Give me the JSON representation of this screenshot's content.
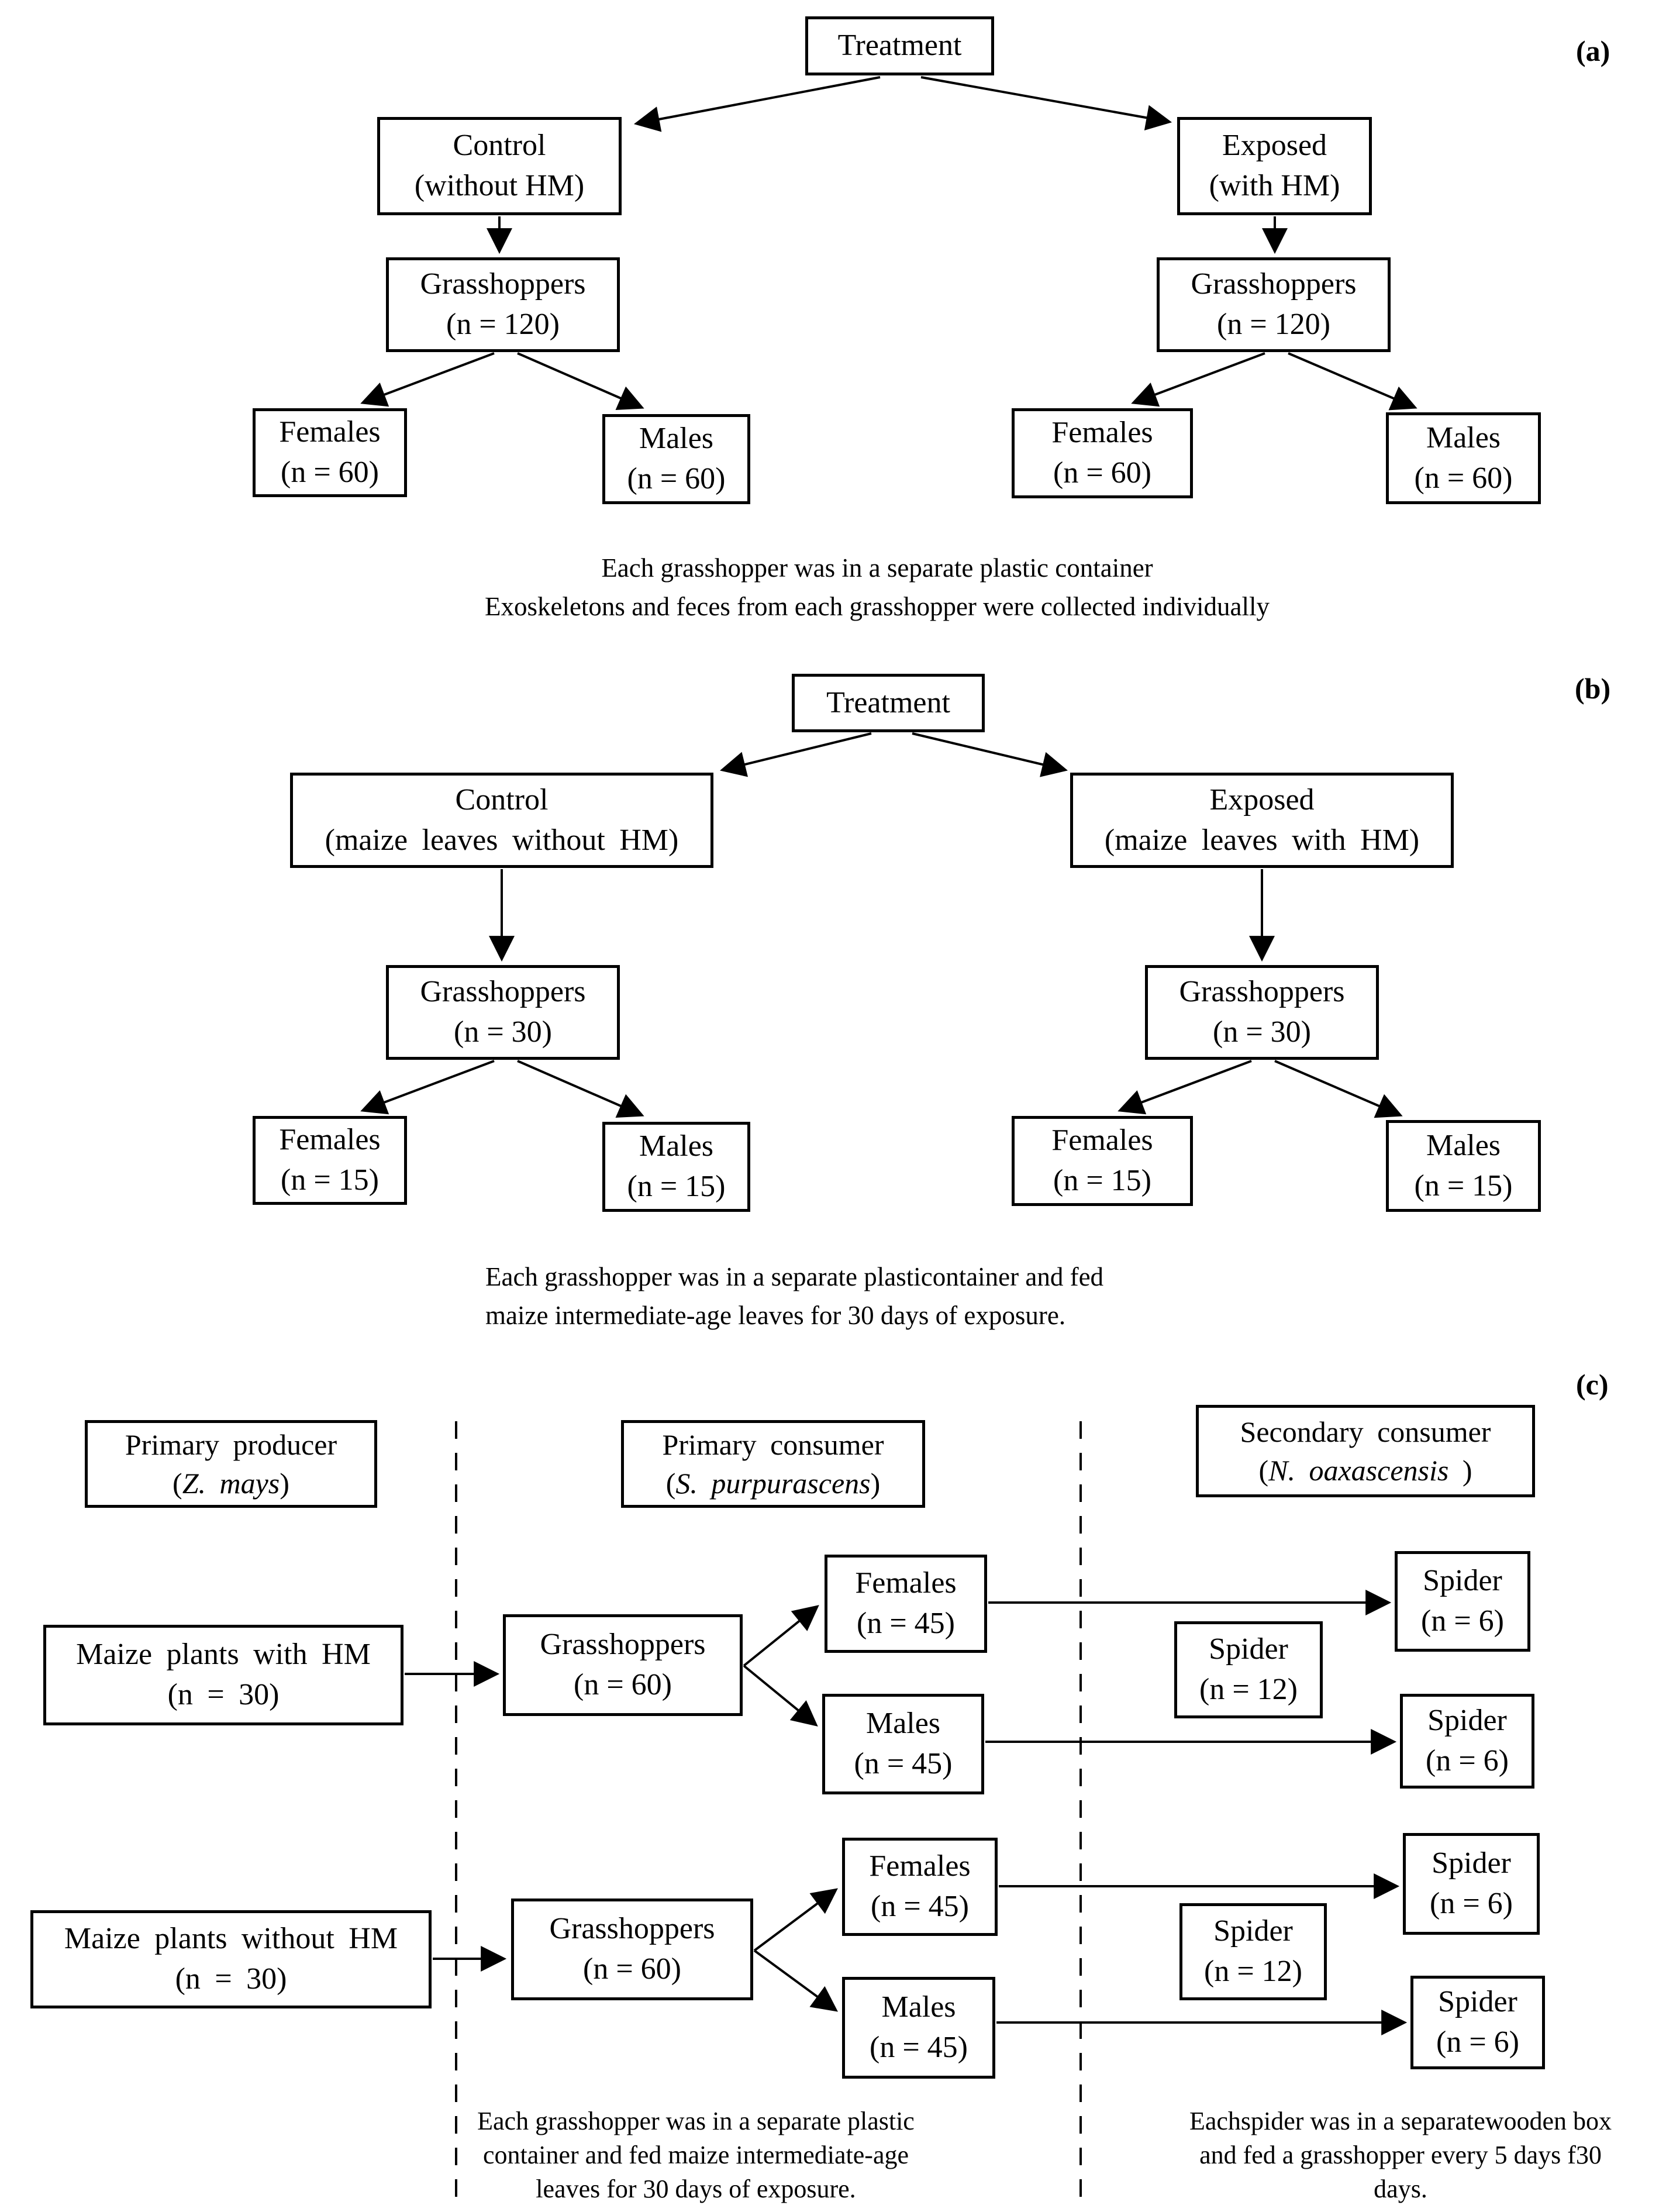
{
  "colors": {
    "ink": "#000000",
    "background": "#ffffff"
  },
  "panel_labels": {
    "a": "(a)",
    "b": "(b)",
    "c": "(c)"
  },
  "boxes": {
    "a_treatment": {
      "l1": "Treatment"
    },
    "a_control": {
      "l1": "Control",
      "l2": "(without HM)"
    },
    "a_exposed": {
      "l1": "Exposed",
      "l2": "(with HM)"
    },
    "a_grass_l": {
      "l1": "Grasshoppers",
      "l2": "(n = 120)"
    },
    "a_grass_r": {
      "l1": "Grasshoppers",
      "l2": "(n = 120)"
    },
    "a_females_l": {
      "l1": "Females",
      "l2": "(n = 60)"
    },
    "a_males_l": {
      "l1": "Males",
      "l2": "(n = 60)"
    },
    "a_females_r": {
      "l1": "Females",
      "l2": "(n = 60)"
    },
    "a_males_r": {
      "l1": "Males",
      "l2": "(n = 60)"
    },
    "b_treatment": {
      "l1": "Treatment"
    },
    "b_control": {
      "l1": "Control",
      "l2": "(maize leaves without HM)"
    },
    "b_exposed": {
      "l1": "Exposed",
      "l2": "(maize leaves with HM)"
    },
    "b_grass_l": {
      "l1": "Grasshoppers",
      "l2": "(n = 30)"
    },
    "b_grass_r": {
      "l1": "Grasshoppers",
      "l2": "(n = 30)"
    },
    "b_females_l": {
      "l1": "Females",
      "l2": "(n = 15)"
    },
    "b_males_l": {
      "l1": "Males",
      "l2": "(n = 15)"
    },
    "b_females_r": {
      "l1": "Females",
      "l2": "(n = 15)"
    },
    "b_males_r": {
      "l1": "Males",
      "l2": "(n = 15)"
    },
    "c_header_producer": {
      "l1": "Primary producer",
      "pre": "(",
      "species": "Z. mays",
      "post": ")"
    },
    "c_header_primary": {
      "l1": "Primary consumer",
      "pre": "(",
      "species": "S. purpurascens",
      "post": ")"
    },
    "c_header_secondary": {
      "l1": "Secondary consumer",
      "pre": "(",
      "species": "N. oaxascensis",
      "post": " )"
    },
    "c_maize_with": {
      "l1": "Maize plants with HM",
      "l2": "(n = 30)"
    },
    "c_maize_without": {
      "l1": "Maize plants without HM",
      "l2": "(n = 30)"
    },
    "c_grass_1": {
      "l1": "Grasshoppers",
      "l2": "(n = 60)"
    },
    "c_grass_2": {
      "l1": "Grasshoppers",
      "l2": "(n = 60)"
    },
    "c_females_1": {
      "l1": "Females",
      "l2": "(n = 45)"
    },
    "c_males_1": {
      "l1": "Males",
      "l2": "(n = 45)"
    },
    "c_females_2": {
      "l1": "Females",
      "l2": "(n = 45)"
    },
    "c_males_2": {
      "l1": "Males",
      "l2": "(n = 45)"
    },
    "c_spider12_1": {
      "l1": "Spider",
      "l2": "(n = 12)"
    },
    "c_spider12_2": {
      "l1": "Spider",
      "l2": "(n = 12)"
    },
    "c_spider6_1a": {
      "l1": "Spider",
      "l2": "(n = 6)"
    },
    "c_spider6_1b": {
      "l1": "Spider",
      "l2": "(n = 6)"
    },
    "c_spider6_2a": {
      "l1": "Spider",
      "l2": "(n = 6)"
    },
    "c_spider6_2b": {
      "l1": "Spider",
      "l2": "(n = 6)"
    }
  },
  "captions": {
    "a": [
      "Each grasshopper was in a separate plastic container",
      "Exoskeletons and feces from each grasshopper were collected individually"
    ],
    "b": [
      "Each grasshopper was in a separate plasticontainer and fed",
      "maize intermediate-age leaves for 30 days of exposure."
    ],
    "c_left": [
      "Each grasshopper was in a separate plastic",
      "container and fed maize intermediate-age",
      "leaves for 30 days of exposure."
    ],
    "c_right": [
      "Eachspider was in a separatewooden box",
      "and fed a grasshopper every 5 days f30",
      "days."
    ]
  }
}
